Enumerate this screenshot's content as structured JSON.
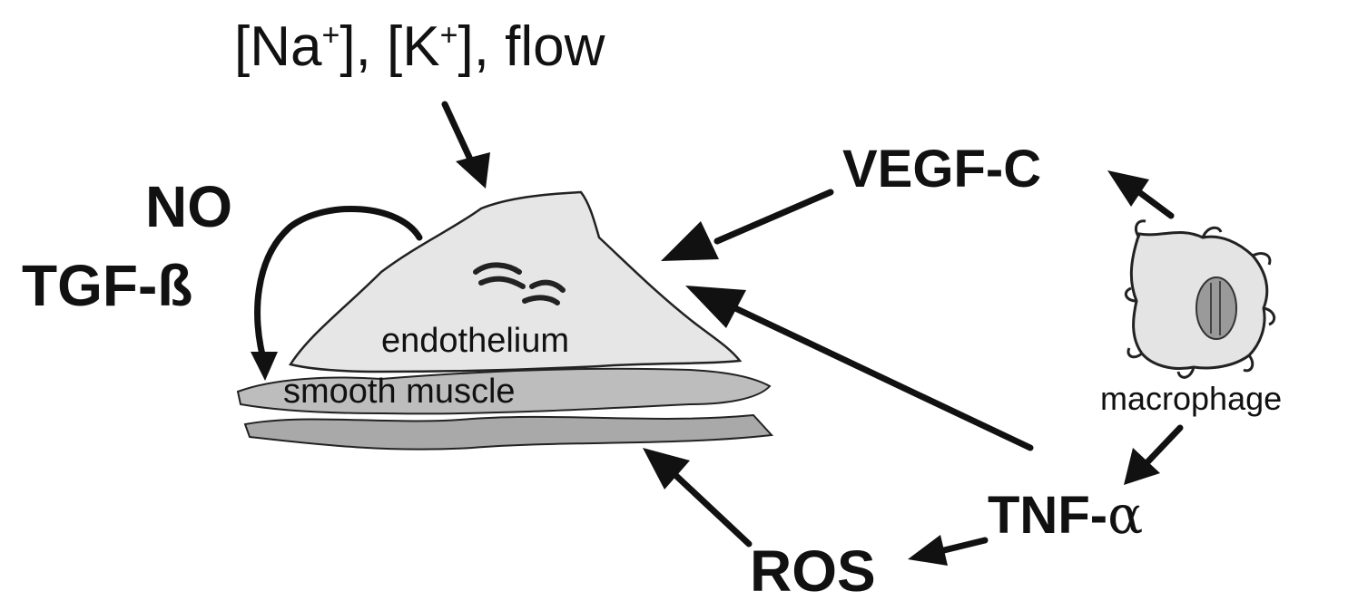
{
  "labels": {
    "stimuli_prefix": "[Na",
    "stimuli_sup1": "+",
    "stimuli_mid": "], [K",
    "stimuli_sup2": "+",
    "stimuli_suffix": "], flow",
    "no": "NO",
    "tgf": "TGF-ß",
    "endothelium": "endothelium",
    "smooth_muscle": "smooth muscle",
    "vegf": "VEGF-C",
    "macrophage": "macrophage",
    "tnf_prefix": "TNF-",
    "tnf_greek": "α",
    "ros": "ROS"
  },
  "colors": {
    "ink": "#111111",
    "endothelium_fill": "#e6e6e6",
    "muscle_fill": "#bdbdbd",
    "macrophage_fill": "#e4e4e4",
    "nucleus_fill": "#9a9a9a"
  }
}
